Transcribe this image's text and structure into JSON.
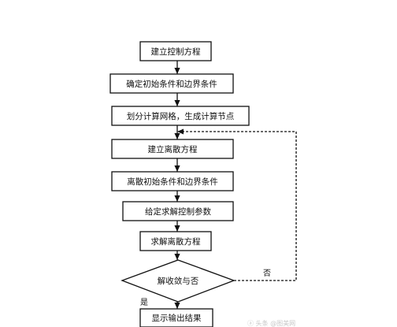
{
  "flowchart": {
    "steps": [
      "建立控制方程",
      "确定初始条件和边界条件",
      "划分计算网格，生成计算节点",
      "建立离散方程",
      "离散初始条件和边界条件",
      "给定求解控制参数",
      "求解离散方程"
    ],
    "decision": "解收敛与否",
    "no_label": "否",
    "yes_label": "是",
    "output": "显示输出结果"
  },
  "watermark": "ⓐ 头条 @图美网"
}
